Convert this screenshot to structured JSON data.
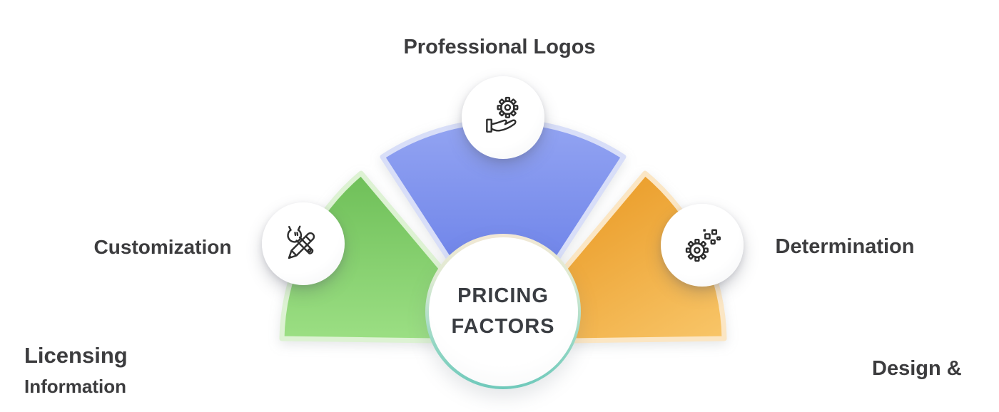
{
  "diagram": {
    "type": "fan-infographic",
    "center": {
      "line1": "PRICING",
      "line2": "FACTORS"
    },
    "segments": [
      {
        "position": "left",
        "label": "Customization",
        "color_from": "#6ebf58",
        "color_to": "#9cdf84",
        "outline": "#ddf2d3",
        "icon": "wrench-pencil-icon"
      },
      {
        "position": "top",
        "label": "Professional Logos",
        "color_from": "#93a4f2",
        "color_to": "#6a80e8",
        "outline": "#d8def8",
        "icon": "hand-gear-icon"
      },
      {
        "position": "right",
        "label": "Determination",
        "color_from": "#eb9f2d",
        "color_to": "#f8c568",
        "outline": "#fbe6c4",
        "icon": "gear-pixels-icon"
      }
    ],
    "corner_text": {
      "bottom_left_line1": "Licensing",
      "bottom_left_line2": "Information",
      "bottom_right": "Design &"
    },
    "text_color": "#3c3c3e",
    "background": "#ffffff"
  }
}
